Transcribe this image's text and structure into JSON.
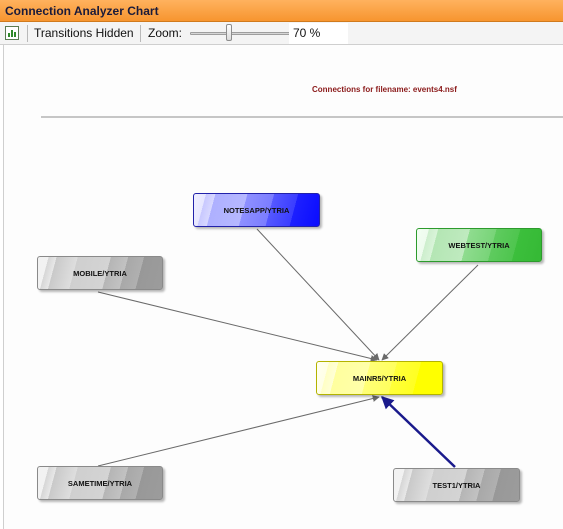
{
  "window": {
    "title": "Connection Analyzer Chart"
  },
  "toolbar": {
    "transitions_label": "Transitions Hidden",
    "zoom_label": "Zoom:",
    "zoom_value": "70 %",
    "zoom_level_percent": 70,
    "icons": {
      "chart": "bar-chart-icon"
    }
  },
  "chart": {
    "title": "Connections for filename: events4.nsf",
    "nodes": {
      "notesapp": "NOTESAPP/YTRIA",
      "webtest": "WEBTEST/YTRIA",
      "mobile": "MOBILE/YTRIA",
      "mainr5": "MAINR5/YTRIA",
      "sametime": "SAMETIME/YTRIA",
      "test1": "TEST1/YTRIA"
    },
    "connections": [
      {
        "from": "NOTESAPP/YTRIA",
        "to": "MAINR5/YTRIA",
        "highlighted": false
      },
      {
        "from": "WEBTEST/YTRIA",
        "to": "MAINR5/YTRIA",
        "highlighted": false
      },
      {
        "from": "MOBILE/YTRIA",
        "to": "MAINR5/YTRIA",
        "highlighted": false
      },
      {
        "from": "SAMETIME/YTRIA",
        "to": "MAINR5/YTRIA",
        "highlighted": false
      },
      {
        "from": "TEST1/YTRIA",
        "to": "MAINR5/YTRIA",
        "highlighted": true
      }
    ],
    "colors": {
      "title_text": "#8b1a1a",
      "edge": "#6a6a6a",
      "edge_highlight": "#1a1a8c",
      "notesapp": "#1010ff",
      "webtest": "#3cbf3c",
      "mainr5": "#ffff00",
      "others": "#a0a0a0"
    }
  }
}
